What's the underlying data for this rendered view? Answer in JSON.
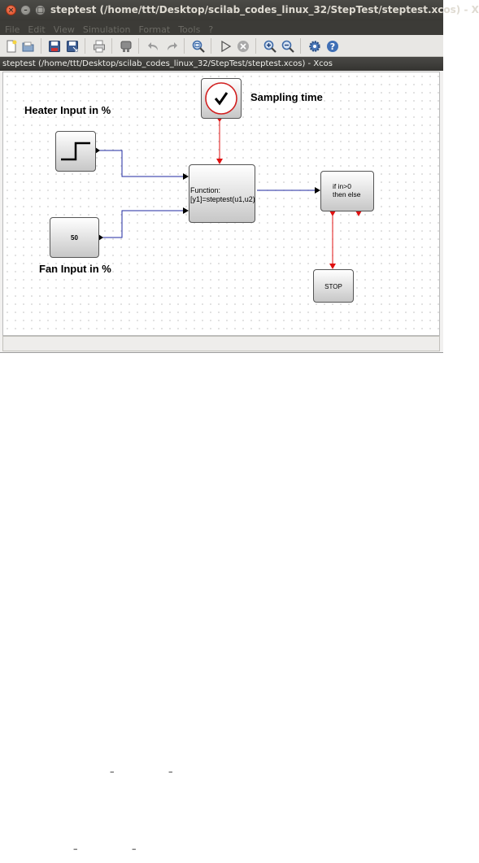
{
  "window": {
    "title": "steptest (/home/ttt/Desktop/scilab_codes_linux_32/StepTest/steptest.xcos) - X",
    "close_glyph": "×",
    "min_glyph": "–",
    "max_glyph": "□"
  },
  "menu": [
    "File",
    "Edit",
    "View",
    "Simulation",
    "Format",
    "Tools",
    "?"
  ],
  "toolbar": [
    {
      "name": "new-diagram-button",
      "icon": "new-file-icon"
    },
    {
      "name": "open-button",
      "icon": "open-folder-icon"
    },
    {
      "name": "save-button",
      "icon": "save-icon"
    },
    {
      "name": "save-as-button",
      "icon": "save-as-icon"
    },
    {
      "name": "print-button",
      "icon": "print-icon"
    },
    {
      "name": "palette-browser-button",
      "icon": "palette-icon"
    },
    {
      "name": "undo-button",
      "icon": "undo-icon"
    },
    {
      "name": "redo-button",
      "icon": "redo-icon"
    },
    {
      "name": "fit-diagram-button",
      "icon": "zoom-fit-icon"
    },
    {
      "name": "start-button",
      "icon": "play-icon"
    },
    {
      "name": "stop-button",
      "icon": "stop-icon"
    },
    {
      "name": "zoom-in-button",
      "icon": "zoom-in-icon"
    },
    {
      "name": "zoom-out-button",
      "icon": "zoom-out-icon"
    },
    {
      "name": "setup-button",
      "icon": "gear-icon"
    },
    {
      "name": "help-button",
      "icon": "help-icon"
    }
  ],
  "doc_tab": {
    "label": "steptest (/home/ttt/Desktop/scilab_codes_linux_32/StepTest/steptest.xcos) - Xcos"
  },
  "diagram": {
    "labels": {
      "heater": "Heater Input in %",
      "fan": "Fan Input in %",
      "sampling": "Sampling time"
    },
    "blocks": {
      "step": {
        "icon": "step-function-icon"
      },
      "const": {
        "value": "50"
      },
      "clock": {
        "icon": "clock-icon"
      },
      "function": {
        "line1": "Function:",
        "line2": "[y1]=steptest(u1,u2)"
      },
      "ifthen": {
        "line1": "if in>0",
        "line2": "then else"
      },
      "stop": {
        "label": "STOP"
      }
    },
    "colors": {
      "data_link": "#1f2aa0",
      "event_link": "#e01010",
      "clock_ring": "#d11f1f"
    }
  },
  "footer": {
    "mark1": "–",
    "mark2": "–"
  }
}
